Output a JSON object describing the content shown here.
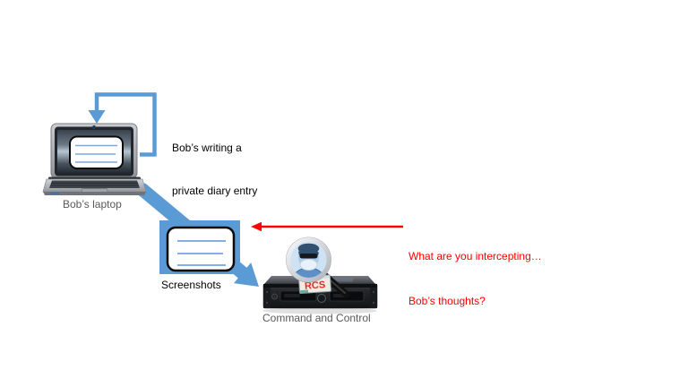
{
  "colors": {
    "arrow_blue": "#5B9BD5",
    "red": "#FF0000",
    "label_gray": "#595959",
    "text_black": "#000000",
    "background": "#FFFFFF",
    "badge_red": "#DE2E27"
  },
  "laptop": {
    "label": "Bob’s laptop"
  },
  "diary_note": {
    "line1": "Bob’s writing a",
    "line2": "private diary entry"
  },
  "screenshots": {
    "label": "Screenshots"
  },
  "server": {
    "label": "Command and Control",
    "badge": "RCS"
  },
  "intercept_note": {
    "line1": "What are you intercepting…",
    "line2": "Bob’s thoughts?"
  }
}
